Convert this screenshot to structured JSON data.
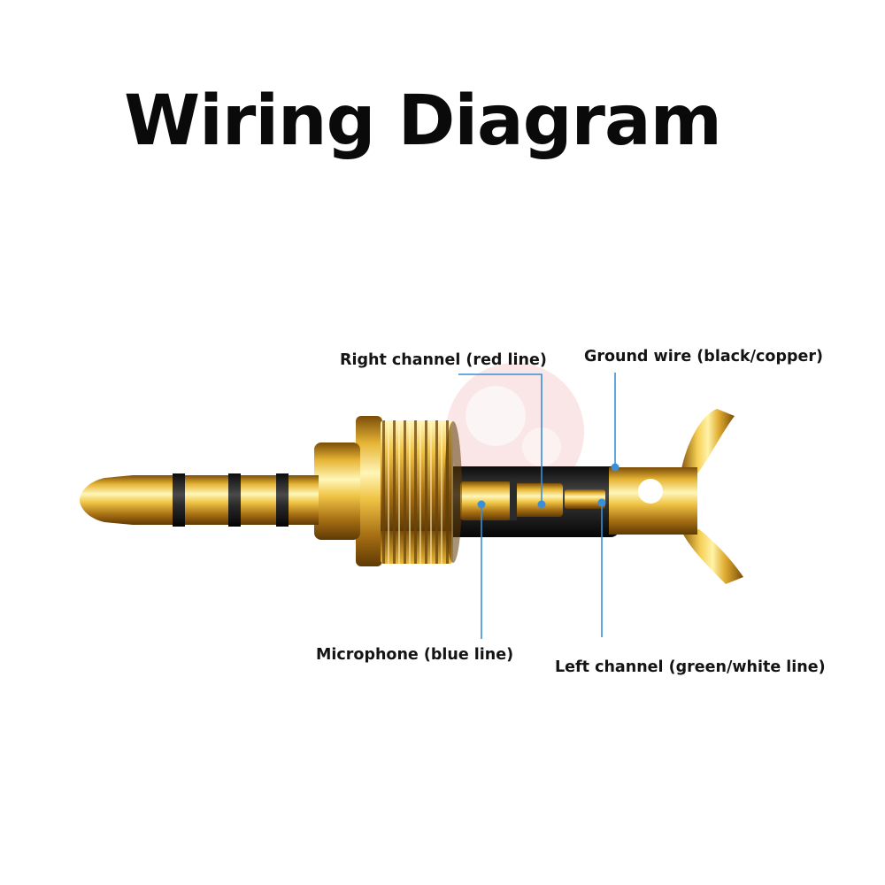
{
  "title": "Wiring Diagram",
  "callouts": {
    "right_channel": "Right channel (red line)",
    "ground_wire": "Ground wire (black/copper)",
    "microphone": "Microphone (blue line)",
    "left_channel": "Left channel (green/white line)"
  },
  "colors": {
    "leader_line": "#3a8fd6",
    "gold_light": "#fff3a8",
    "gold_mid": "#d9a72b",
    "gold_dark": "#8a5a0c",
    "insulator_ring": "#1a1a1a",
    "cable_sleeve": "#2a2a2a",
    "watermark": "#f3c9c9"
  }
}
